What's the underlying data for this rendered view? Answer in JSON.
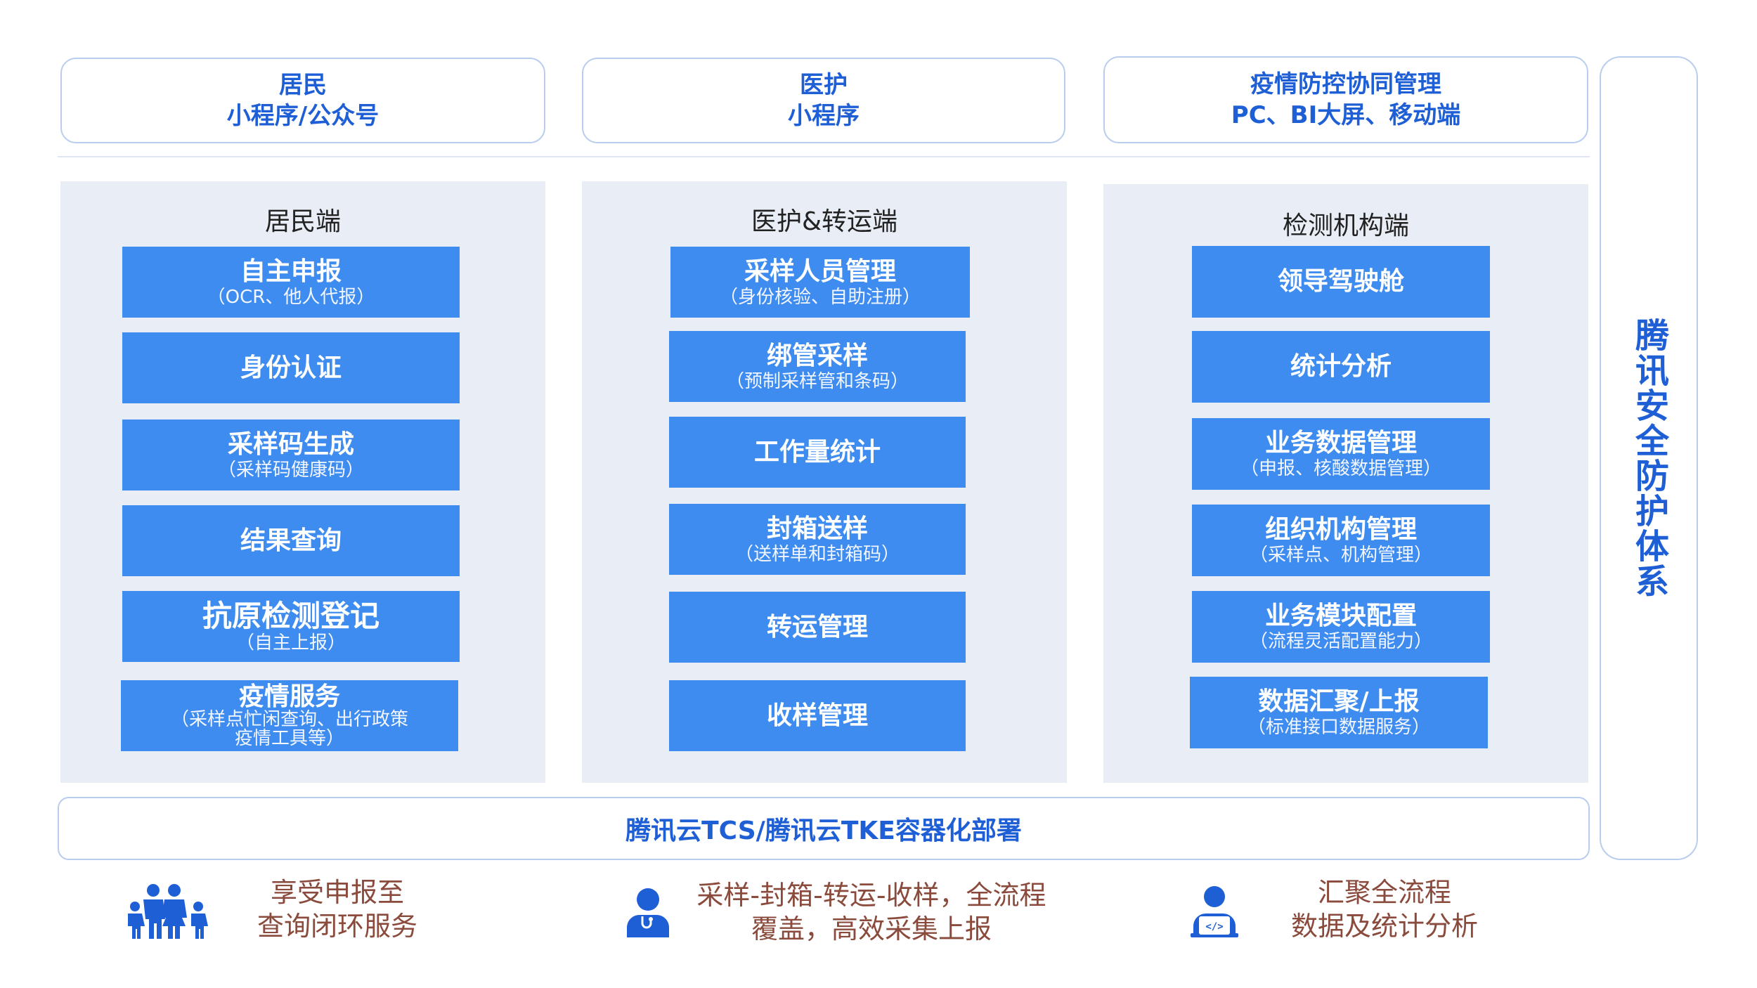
{
  "clients": [
    {
      "lines": [
        "居民",
        "小程序/公众号"
      ]
    },
    {
      "lines": [
        "医护",
        "小程序"
      ]
    },
    {
      "lines": [
        "疫情防控协同管理",
        "PC、BI大屏、移动端"
      ]
    }
  ],
  "columns": [
    {
      "title": "居民端",
      "modules": [
        {
          "name": "自主申报",
          "sub": "（OCR、他人代报）"
        },
        {
          "name": "身份认证",
          "sub": ""
        },
        {
          "name": "采样码生成",
          "sub": "（采样码健康码）"
        },
        {
          "name": "结果查询",
          "sub": ""
        },
        {
          "name": "抗原检测登记",
          "sub": "（自主上报）"
        },
        {
          "name": "疫情服务",
          "sub": "（采样点忙闲查询、出行政策\n疫情工具等）"
        }
      ]
    },
    {
      "title": "医护&转运端",
      "modules": [
        {
          "name": "采样人员管理",
          "sub": "（身份核验、自助注册）"
        },
        {
          "name": "绑管采样",
          "sub": "（预制采样管和条码）"
        },
        {
          "name": "工作量统计",
          "sub": ""
        },
        {
          "name": "封箱送样",
          "sub": "（送样单和封箱码）"
        },
        {
          "name": "转运管理",
          "sub": ""
        },
        {
          "name": "收样管理",
          "sub": ""
        }
      ]
    },
    {
      "title": "检测机构端",
      "modules": [
        {
          "name": "领导驾驶舱",
          "sub": ""
        },
        {
          "name": "统计分析",
          "sub": ""
        },
        {
          "name": "业务数据管理",
          "sub": "（申报、核酸数据管理）"
        },
        {
          "name": "组织机构管理",
          "sub": "（采样点、机构管理）"
        },
        {
          "name": "业务模块配置",
          "sub": "（流程灵活配置能力）"
        },
        {
          "name": "数据汇聚/上报",
          "sub": "（标准接口数据服务）"
        }
      ]
    }
  ],
  "deploy_label": "腾讯云TCS/腾讯云TKE容器化部署",
  "security_label": "腾讯安全防护体系",
  "benefits": [
    {
      "icon": "family-icon",
      "text": "享受申报至\n查询闭环服务"
    },
    {
      "icon": "doctor-icon",
      "text": "采样-封箱-转运-收样，全流程\n覆盖，高效采集上报"
    },
    {
      "icon": "developer-icon",
      "text": "汇聚全流程\n数据及统计分析"
    }
  ],
  "colors": {
    "accent": "#1f5fd6",
    "module": "#3f8cf0",
    "panel": "#e8edf6",
    "border": "#b9cdee",
    "benefit_text": "#8a4a3c"
  }
}
